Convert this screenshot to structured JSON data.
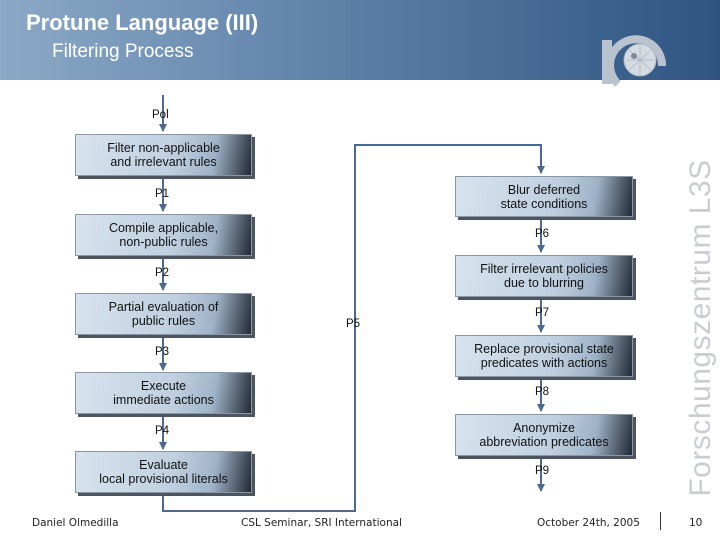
{
  "slide": {
    "title": "Protune Language (III)",
    "subtitle": "Filtering Process",
    "side_text": "Forschungszentrum L3S"
  },
  "diagram": {
    "start_label": "Pol",
    "left_column": [
      {
        "label": "P1",
        "box": "Filter non-applicable\nand irrelevant rules"
      },
      {
        "label": "P2",
        "box": "Compile applicable,\nnon-public rules"
      },
      {
        "label": "P3",
        "box": "Partial evaluation of\npublic rules"
      },
      {
        "label": "P4",
        "box": "Execute\nimmediate actions"
      },
      {
        "label": "",
        "box": "Evaluate\nlocal provisional literals"
      }
    ],
    "connector_label": "P5",
    "right_column": [
      {
        "box": "Blur deferred\nstate conditions",
        "label": "P6"
      },
      {
        "box": "Filter irrelevant policies\ndue to blurring",
        "label": "P7"
      },
      {
        "box": "Replace provisional state\npredicates with actions",
        "label": "P8"
      },
      {
        "box": "Anonymize\nabbreviation predicates",
        "label": "P9"
      }
    ]
  },
  "footer": {
    "author": "Daniel Olmedilla",
    "event": "CSL Seminar, SRI International",
    "date": "October 24th, 2005",
    "page_number": "10"
  },
  "colors": {
    "header_start": "#8ca9c6",
    "header_end": "#2f5482",
    "arrow": "#4a6b8f",
    "box_light": "#d7e3ee"
  },
  "icons": [
    "l3s-logo-icon"
  ]
}
